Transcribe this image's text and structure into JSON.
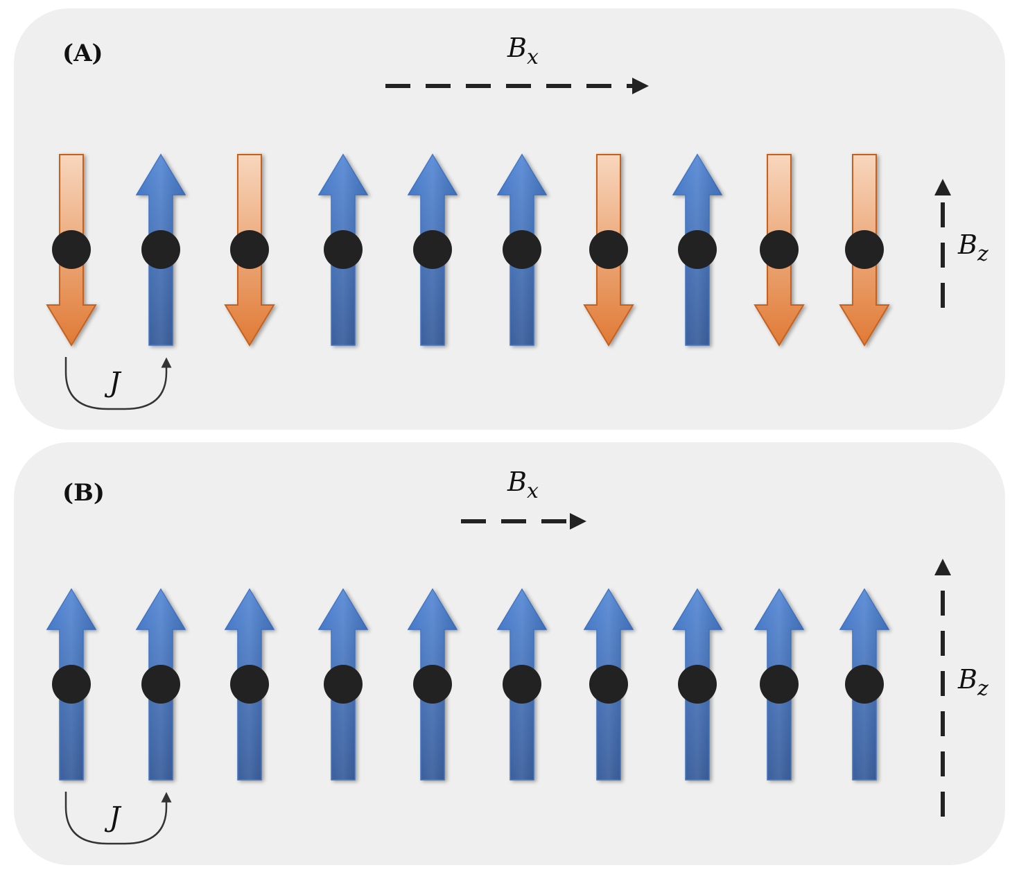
{
  "colors": {
    "panel_bg": "#efefef",
    "spin_up_light": "#4a7fd0",
    "spin_up_dark": "#2f5a9e",
    "spin_down_light": "#f6d0b3",
    "spin_down_dark": "#e07d3c",
    "spin_down_edge": "#c6611f",
    "site": "#222222",
    "field_arrow": "#222222"
  },
  "panels": [
    {
      "label": "(A)",
      "field_x": {
        "symbol": "B",
        "subscript": "x",
        "strength": "strong"
      },
      "field_z": {
        "symbol": "B",
        "subscript": "z",
        "strength": "weak"
      },
      "coupling": {
        "symbol": "J"
      },
      "spins": [
        "down",
        "up",
        "down",
        "up",
        "up",
        "up",
        "down",
        "up",
        "down",
        "down"
      ]
    },
    {
      "label": "(B)",
      "field_x": {
        "symbol": "B",
        "subscript": "x",
        "strength": "weak"
      },
      "field_z": {
        "symbol": "B",
        "subscript": "z",
        "strength": "strong"
      },
      "coupling": {
        "symbol": "J"
      },
      "spins": [
        "up",
        "up",
        "up",
        "up",
        "up",
        "up",
        "up",
        "up",
        "up",
        "up"
      ]
    }
  ]
}
